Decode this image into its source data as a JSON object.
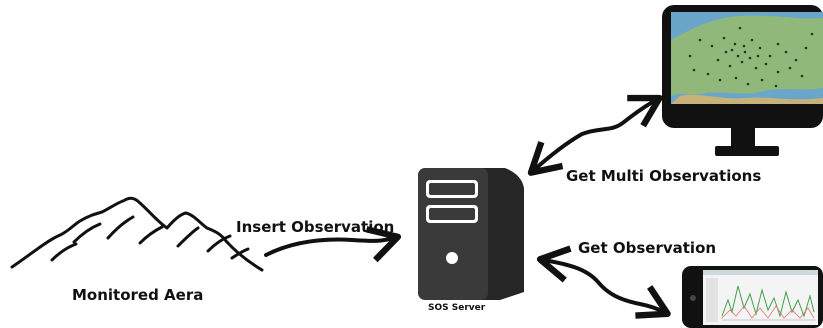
{
  "nodes": {
    "monitored_area": {
      "label": "Monitored Aera"
    },
    "sos_server": {
      "label": "SOS Server"
    },
    "desktop_client": {
      "icon": "monitor-map-icon"
    },
    "mobile_client": {
      "icon": "smartphone-chart-icon"
    }
  },
  "edges": {
    "insert": {
      "label": "Insert Observation",
      "direction": "area-to-server"
    },
    "multi": {
      "label": "Get Multi Observations",
      "direction": "bidirectional"
    },
    "single": {
      "label": "Get Observation",
      "direction": "bidirectional"
    }
  },
  "colors": {
    "ink": "#111111",
    "server_body": "#3a3a3a",
    "map_land": "#8fb87a",
    "map_sea": "#6aa6c9",
    "map_points": "#1f3d1f"
  }
}
